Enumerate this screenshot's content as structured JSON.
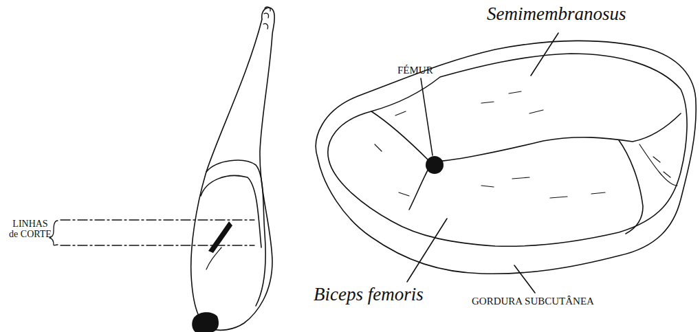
{
  "diagram": {
    "labels": [
      "LINHAS de CORTE",
      "Semimembranosus",
      "FÉMUR",
      "Biceps femoris",
      "GORDURA SUBCUTÂNEA"
    ]
  }
}
